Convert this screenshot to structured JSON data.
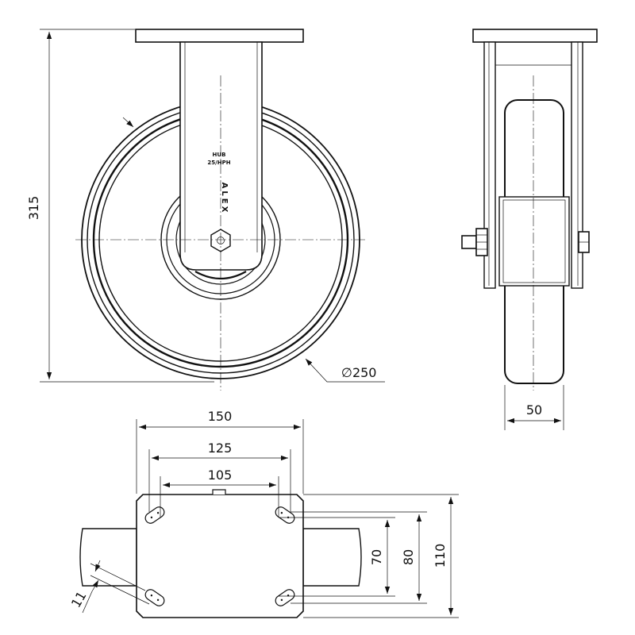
{
  "dimensions": {
    "overall_height": "315",
    "wheel_diameter": "∅250",
    "wheel_width": "50",
    "plate_width": "150",
    "hole_spacing_outer": "125",
    "hole_spacing_inner": "105",
    "plate_length": "110",
    "hole_pitch_outer": "80",
    "hole_pitch_inner": "70",
    "slot_width": "11"
  },
  "markings": {
    "hub_line1": "HUB",
    "hub_line2": "25/HPH",
    "brand": "ALEX"
  }
}
